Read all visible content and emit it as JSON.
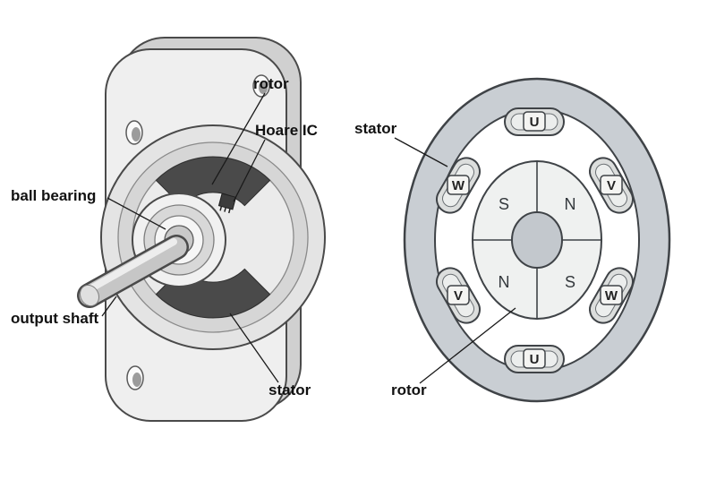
{
  "figure": {
    "description": "brushless DC motor cutaway and cross-section diagram"
  },
  "cutaway": {
    "labels": {
      "rotor": "rotor",
      "hoare_ic": "Hoare IC",
      "ball_bearing": "ball bearing",
      "output_shaft": "output shaft",
      "stator": "stator"
    }
  },
  "cross_section": {
    "labels": {
      "stator": "stator",
      "rotor": "rotor"
    },
    "windings": [
      {
        "phase": "U",
        "position": "top"
      },
      {
        "phase": "W",
        "position": "upper-left"
      },
      {
        "phase": "V",
        "position": "upper-right"
      },
      {
        "phase": "V",
        "position": "lower-left"
      },
      {
        "phase": "W",
        "position": "lower-right"
      },
      {
        "phase": "U",
        "position": "bottom"
      }
    ],
    "rotor_poles": [
      {
        "label": "S",
        "position": "upper-left"
      },
      {
        "label": "N",
        "position": "upper-right"
      },
      {
        "label": "N",
        "position": "lower-left"
      },
      {
        "label": "S",
        "position": "lower-right"
      }
    ],
    "colors": {
      "stator_ring": "#c9ced3",
      "interior": "#ffffff",
      "winding_fill": "#dcdedd",
      "rotor_fill": "#eff1f0",
      "hub_fill": "#c3c8cd",
      "outline": "#3f4347"
    }
  }
}
